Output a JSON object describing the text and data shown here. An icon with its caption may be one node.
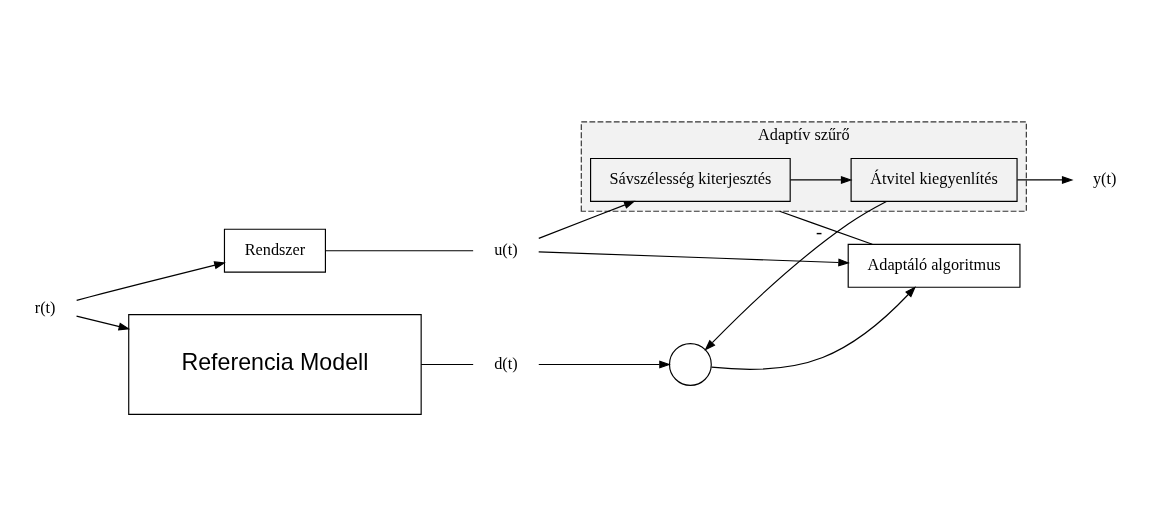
{
  "diagram": {
    "nodes": [
      {
        "text": [
          "r(t)"
        ]
      },
      {
        "text": [
          "Rendszer"
        ]
      },
      {
        "text": [
          "u(t)"
        ]
      },
      {
        "text": [
          "Adaptív szűrő"
        ]
      },
      {
        "text": [
          "Sávszélesség kiterjesztés"
        ],
        "in": 3
      },
      {
        "text": [
          "Átvitel kiegyenlítés"
        ],
        "in": 3
      },
      {
        "text": [
          "y(t)"
        ]
      },
      {
        "text": [],
        "shape": "circle"
      },
      {
        "text": [
          "Adaptáló algoritmus"
        ]
      },
      {
        "text": [
          "d(t)"
        ]
      },
      {
        "text": [
          "Referencia Modell"
        ]
      }
    ],
    "edges": [
      {
        "from": 0,
        "to": 1,
        "arrow": "to"
      },
      {
        "from": 0,
        "to": 10,
        "arrow": "to"
      },
      {
        "from": 1,
        "to": 2,
        "arrow": "none"
      },
      {
        "from": 2,
        "to": 4,
        "arrow": "to"
      },
      {
        "from": 2,
        "to": 8,
        "arrow": "to"
      },
      {
        "from": 4,
        "to": 5,
        "arrow": "to"
      },
      {
        "from": 5,
        "to": 6,
        "arrow": "to"
      },
      {
        "from": 5,
        "to": 7,
        "arrow": "to",
        "label": "-"
      },
      {
        "from": 7,
        "to": 8,
        "arrow": "to"
      },
      {
        "from": 8,
        "to": 3,
        "arrow": "none"
      },
      {
        "from": 10,
        "to": 9,
        "arrow": "none"
      },
      {
        "from": 9,
        "to": 7,
        "arrow": "to"
      }
    ]
  }
}
